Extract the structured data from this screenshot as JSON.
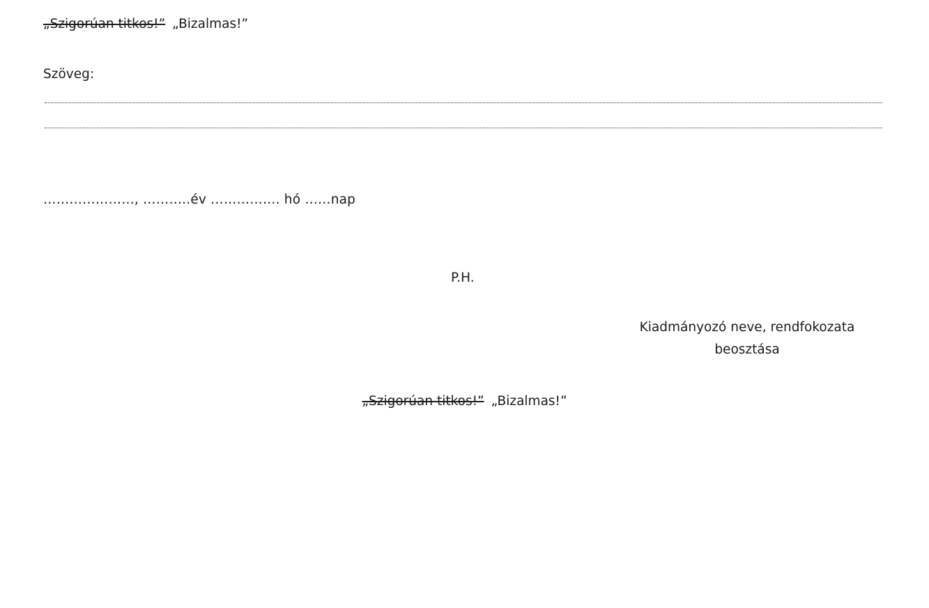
{
  "header_classification": {
    "struck": "„Szigorúan titkos!”",
    "active": "„Bizalmas!”"
  },
  "body": {
    "label": "Szöveg:"
  },
  "date_line": "…………………, ………..év ……………. hó ……nap",
  "stamp_placeholder": "P.H.",
  "signatory": {
    "line1": "Kiadmányozó neve, rendfokozata",
    "line2": "beosztása"
  },
  "footer_classification": {
    "struck": "„Szigorúan titkos!”",
    "active": "„Bizalmas!”"
  }
}
